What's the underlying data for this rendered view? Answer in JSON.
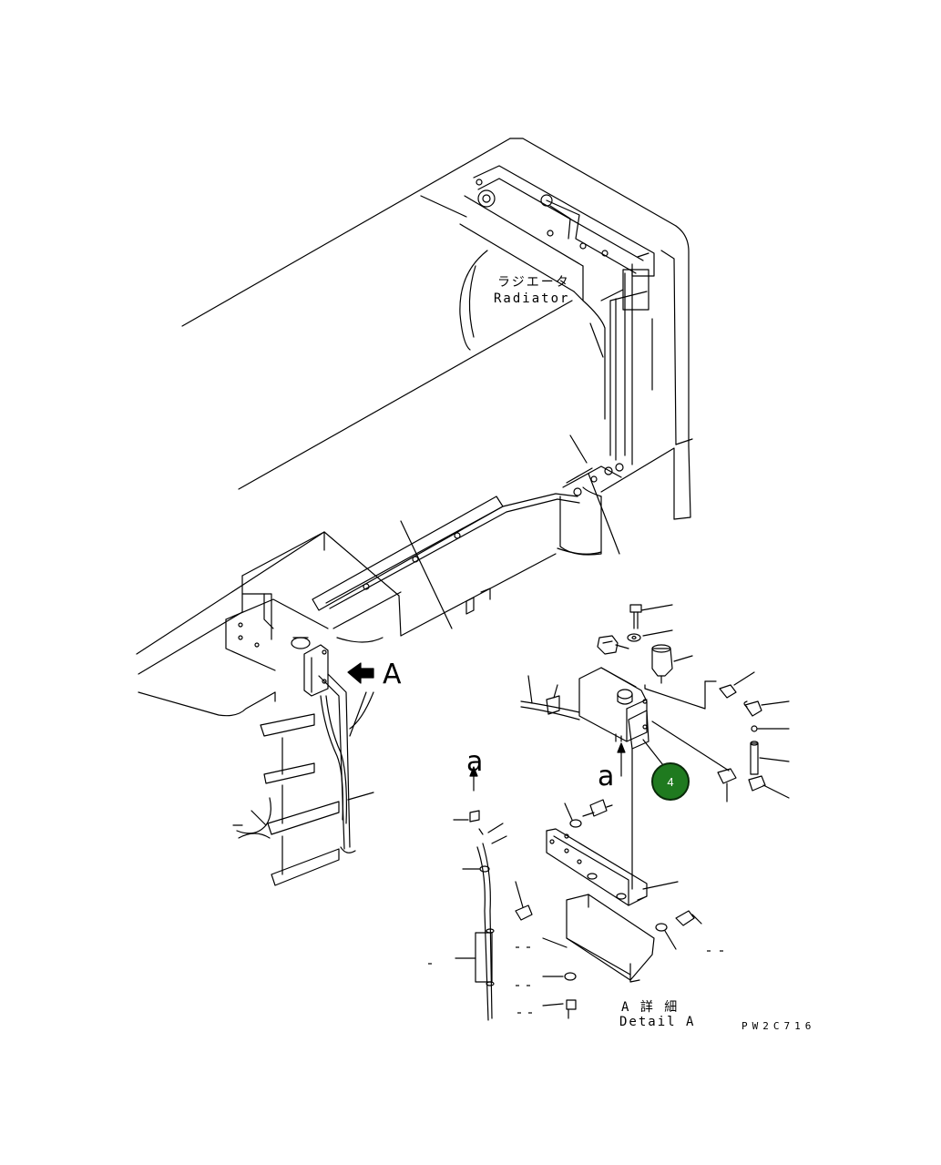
{
  "labels": {
    "radiator_jp": "ラジエータ",
    "radiator_en": "Radiator",
    "view_a": "A",
    "detail_a_jp": "A 詳 細",
    "detail_a_en": "Detail A",
    "ref_a_top": "a",
    "ref_a_side": "a",
    "drawing_code": "PW2C716"
  },
  "callouts": [
    {
      "number": "4",
      "color": "#1f7a1f",
      "border": "#0a2a0a"
    }
  ],
  "colors": {
    "line": "#000000",
    "background": "#ffffff"
  }
}
